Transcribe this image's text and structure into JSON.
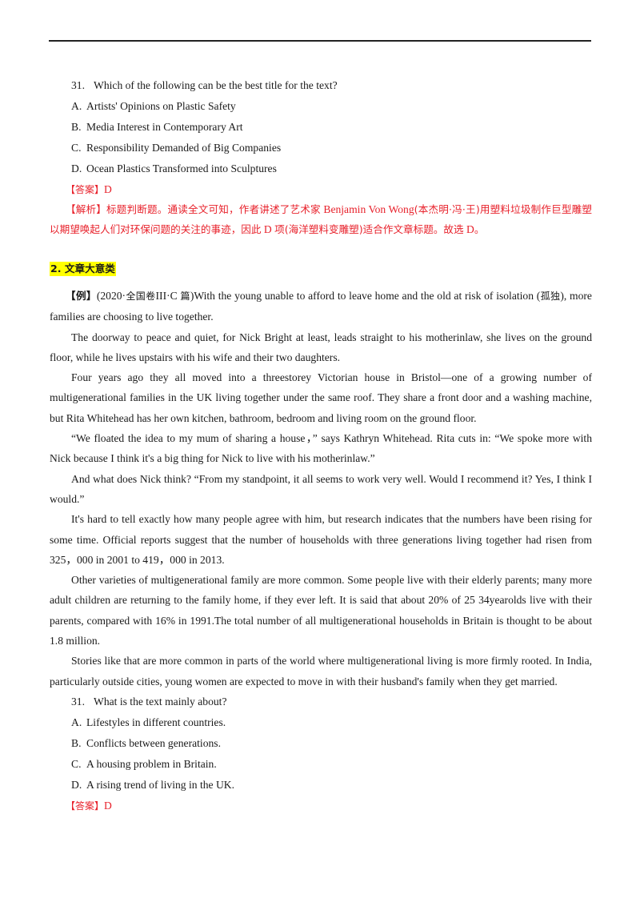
{
  "question1": {
    "number": "31.",
    "prompt": "Which of the following can be the best title for the text?",
    "options": [
      {
        "letter": "A.",
        "text": "Artists' Opinions on Plastic Safety"
      },
      {
        "letter": "B.",
        "text": "Media Interest in Contemporary Art"
      },
      {
        "letter": "C.",
        "text": "Responsibility Demanded of Big Companies"
      },
      {
        "letter": "D.",
        "text": "Ocean Plastics Transformed into Sculptures"
      }
    ],
    "answer_label": "【答案】",
    "answer_value": "D",
    "analysis_label": "【解析】",
    "analysis_part1": "标题判断题。通读全文可知，作者讲述了艺术家",
    "analysis_name": " Benjamin Von Wong",
    "analysis_part2": "(本杰明·冯·王)用塑料垃圾制作巨型雕塑以期望唤起人们对环保问题的关注的事迹，因此",
    "analysis_part3": " D ",
    "analysis_part4": "项(海洋塑料变雕塑)适合作文章标题。故选",
    "analysis_part5": " D",
    "analysis_end": "。"
  },
  "section": {
    "heading": "2. 文章大意类"
  },
  "passage": {
    "example_tag": "【例】",
    "source_prefix": "(2020·",
    "source_cjk": "全国卷",
    "source_suffix": "III·C ",
    "source_cjk2": "篇",
    "intro_text": ")With the young unable to afford to leave home and the old at risk of isolation (",
    "intro_gloss": "孤独",
    "intro_end": "), more families are choosing to live together.",
    "paragraphs": [
      "The doorway to peace and quiet, for Nick Bright at least, leads straight to his motherinlaw, she lives on the ground floor, while he lives upstairs with his wife and their two daughters.",
      "Four years ago they all moved into a threestorey Victorian house in Bristol—one of a growing number of multigenerational families in the UK living together under the same roof. They share a front door and a washing machine, but Rita Whitehead has her own kitchen, bathroom, bedroom and living room on the ground floor.",
      "“We floated the idea to my mum of sharing a house，”  says Kathryn Whitehead. Rita cuts in: “We spoke more with Nick because I think it's a big thing for Nick to live with his motherinlaw.”",
      "And what does Nick think? “From my standpoint, it all seems to work very well. Would I recommend it? Yes, I think I would.”",
      "It's hard to tell exactly how many people agree with him, but research indicates that the numbers have been rising for some time. Official reports suggest that the number of households with three generations living together had risen from 325，000 in 2001 to 419，000 in 2013.",
      "Other varieties of multigenerational family are more common. Some people live with their elderly parents; many more adult children are returning to the family home, if they ever left. It is said that about 20% of 25 34yearolds live with their parents, compared with 16% in 1991.The total number of all multigenerational households in Britain is thought to be about 1.8 million.",
      "Stories like that are more common in parts of the world where multigenerational living is more firmly rooted. In India, particularly outside cities, young women are expected to move in with their husband's family when they get married."
    ]
  },
  "question2": {
    "number": "31.",
    "prompt": "What is the text mainly about?",
    "options": [
      {
        "letter": "A.",
        "text": "Lifestyles in different countries."
      },
      {
        "letter": "B.",
        "text": "Conflicts between generations."
      },
      {
        "letter": "C.",
        "text": "A housing problem in Britain."
      },
      {
        "letter": "D.",
        "text": "A rising trend of living in the UK."
      }
    ],
    "answer_label": "【答案】",
    "answer_value": "D"
  },
  "colors": {
    "answer_red": "#e8212b",
    "highlight_yellow": "#ffff00",
    "text": "#1a1a1a"
  }
}
